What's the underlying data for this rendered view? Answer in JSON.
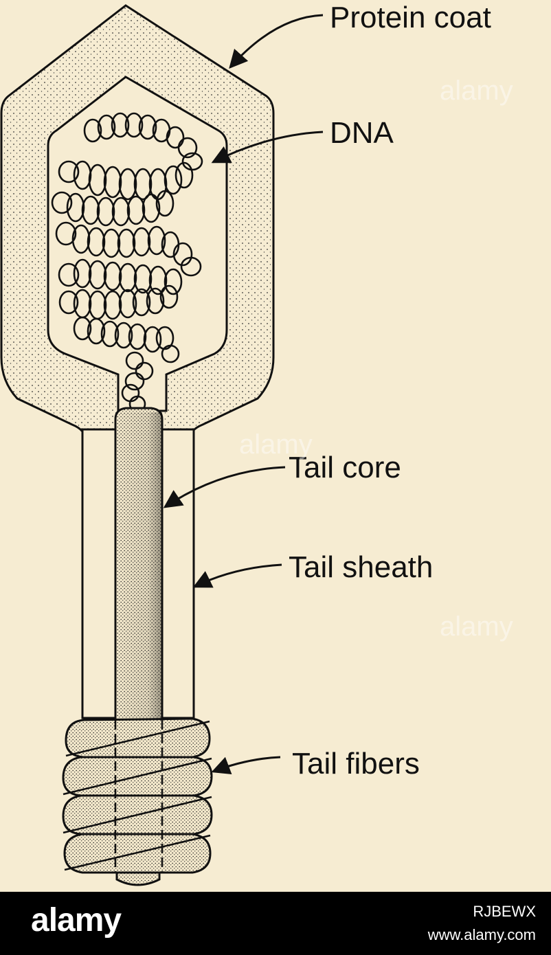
{
  "diagram": {
    "labels": {
      "protein_coat": "Protein coat",
      "dna": "DNA",
      "tail_core": "Tail core",
      "tail_sheath": "Tail sheath",
      "tail_fibers": "Tail fibers"
    }
  },
  "watermark": {
    "text": "alamy"
  },
  "footer": {
    "logo": "alamy",
    "image_id": "RJBEWX",
    "site": "www.alamy.com"
  },
  "colors": {
    "background": "#f6ecd2",
    "ink": "#111111",
    "footer_bg": "#000000",
    "footer_text": "#ffffff"
  }
}
